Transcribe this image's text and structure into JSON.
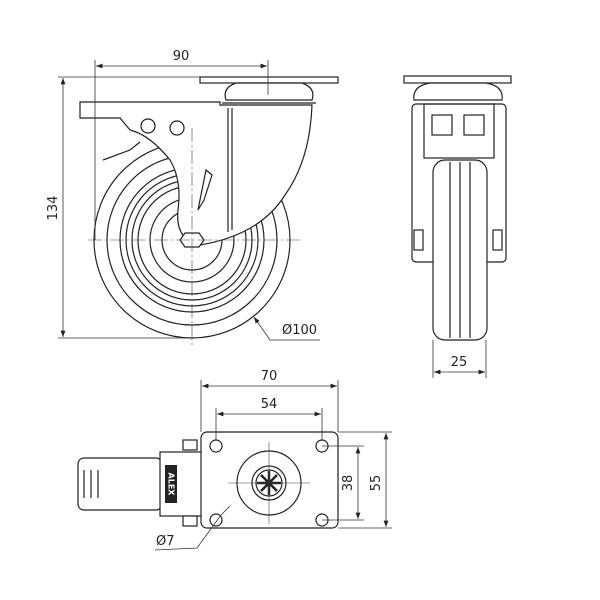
{
  "drawing": {
    "front_view": {
      "width_dim": "90",
      "height_dim": "134",
      "wheel_diameter": "Ø100"
    },
    "side_view": {
      "wheel_width_dim": "25"
    },
    "top_view": {
      "plate_width_dim": "70",
      "hole_spacing_x_dim": "54",
      "hole_spacing_y_dim": "38",
      "plate_height_dim": "55",
      "hole_diameter": "Ø7",
      "brand_label": "ALEX"
    }
  },
  "colors": {
    "line": "#222222",
    "background": "#ffffff"
  }
}
